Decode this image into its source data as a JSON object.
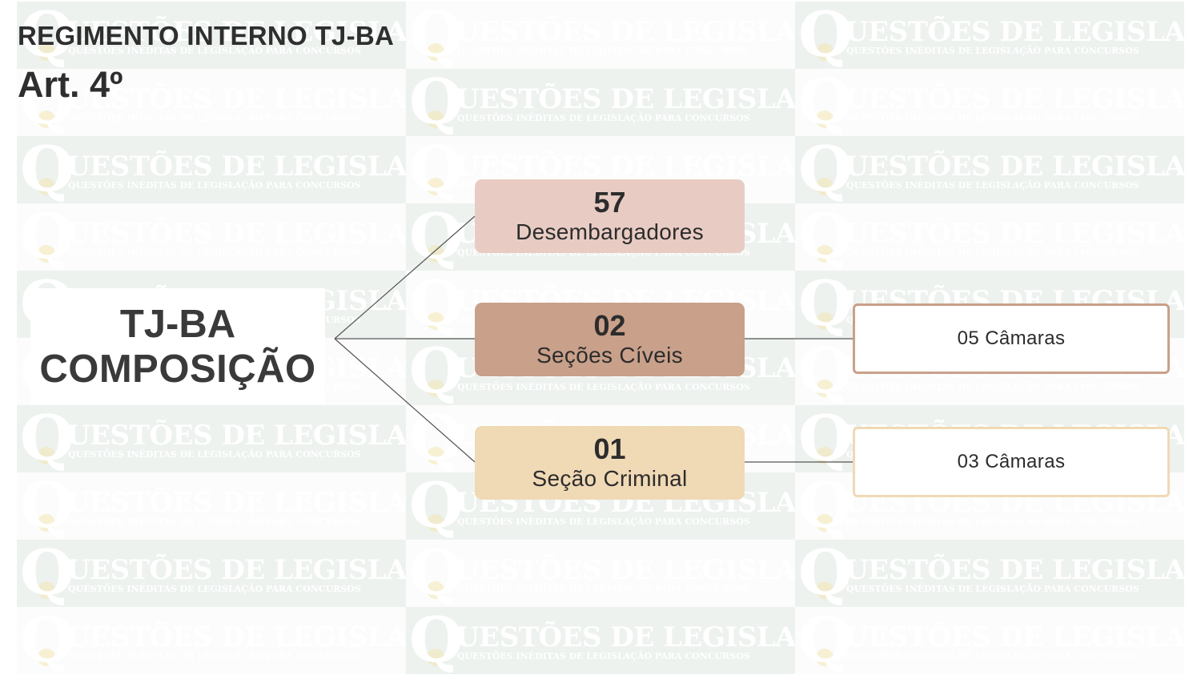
{
  "header": {
    "title": "REGIMENTO INTERNO TJ-BA",
    "article": "Art. 4º"
  },
  "watermark": {
    "mark": "Q",
    "title": "UESTÕES DE LEGISLAÇÃO",
    "subtitle": "QUESTÕES INÉDITAS DE LEGISLAÇÃO PARA CONCURSOS"
  },
  "root": {
    "line1": "TJ-BA",
    "line2": "COMPOSIÇÃO"
  },
  "nodes": [
    {
      "number": "57",
      "label": "Desembargadores",
      "color": "#e8ccc3"
    },
    {
      "number": "02",
      "label": "Seções Cíveis",
      "color": "#c9a08a"
    },
    {
      "number": "01",
      "label": "Seção Criminal",
      "color": "#f0d9b5"
    }
  ],
  "leaves": [
    {
      "label": "05 Câmaras",
      "border_color": "#c9a08a"
    },
    {
      "label": "03 Câmaras",
      "border_color": "#f0d9b5"
    }
  ],
  "colors": {
    "text": "#2e2e2e",
    "connector": "#555555",
    "watermark_tile": "#edf2ef"
  }
}
